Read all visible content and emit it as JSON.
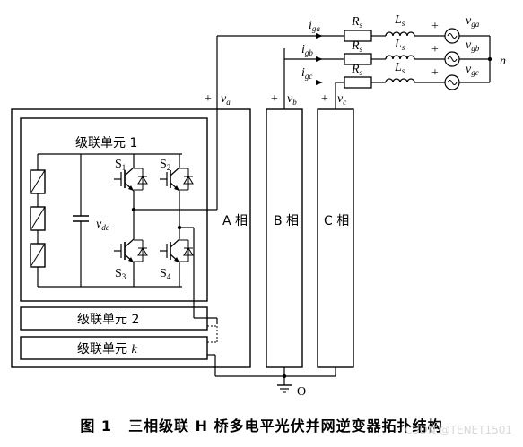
{
  "figure": {
    "caption_number": "图 1",
    "caption_text": "三相级联 H 桥多电平光伏并网逆变器拓扑结构",
    "watermark": "CSDN @TENET1501"
  },
  "cells": {
    "cell1": "级联单元 1",
    "cell2": "级联单元 2",
    "cellk_text": "级联单元 ",
    "cellk_var": "k"
  },
  "phases": {
    "a": "A 相",
    "b": "B 相",
    "c": "C 相"
  },
  "symbols": {
    "v": "v",
    "a": "a",
    "b": "b",
    "c": "c",
    "dc": "dc",
    "i": "i",
    "ga": "ga",
    "gb": "gb",
    "gc": "gc",
    "R": "R",
    "L": "L",
    "s": "s",
    "S": "S",
    "one": "1",
    "two": "2",
    "three": "3",
    "four": "4",
    "n": "n",
    "O": "O",
    "plus": "+"
  },
  "colors": {
    "line": "#000000",
    "background": "#ffffff"
  }
}
